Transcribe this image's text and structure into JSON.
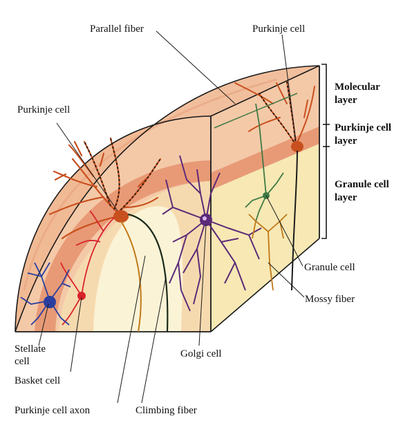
{
  "labels": {
    "parallel_fiber": "Parallel fiber",
    "purkinje_cell_top": "Purkinje cell",
    "purkinje_cell_left": "Purkinje cell",
    "granule_cell": "Granule cell",
    "mossy_fiber": "Mossy fiber",
    "golgi_cell": "Golgi cell",
    "stellate_cell_line1": "Stellate",
    "stellate_cell_line2": "cell",
    "basket_cell": "Basket cell",
    "purkinje_cell_axon": "Purkinje cell axon",
    "climbing_fiber": "Climbing fiber"
  },
  "layers": {
    "molecular_line1": "Molecular",
    "molecular_line2": "layer",
    "purkinje_line1": "Purkinje cell",
    "purkinje_line2": "layer",
    "granule_line1": "Granule cell",
    "granule_line2": "layer"
  },
  "colors": {
    "molecular_layer": "#f4c9a8",
    "purkinje_band": "#e89a76",
    "granule_layer": "#f7e8b4",
    "purkinje_cell": "#c8501e",
    "golgi_cell": "#5b2a78",
    "stellate_cell": "#2b3fa0",
    "basket_cell": "#d8232a",
    "granule_cell": "#3f7a45",
    "mossy_fiber": "#c07818"
  }
}
